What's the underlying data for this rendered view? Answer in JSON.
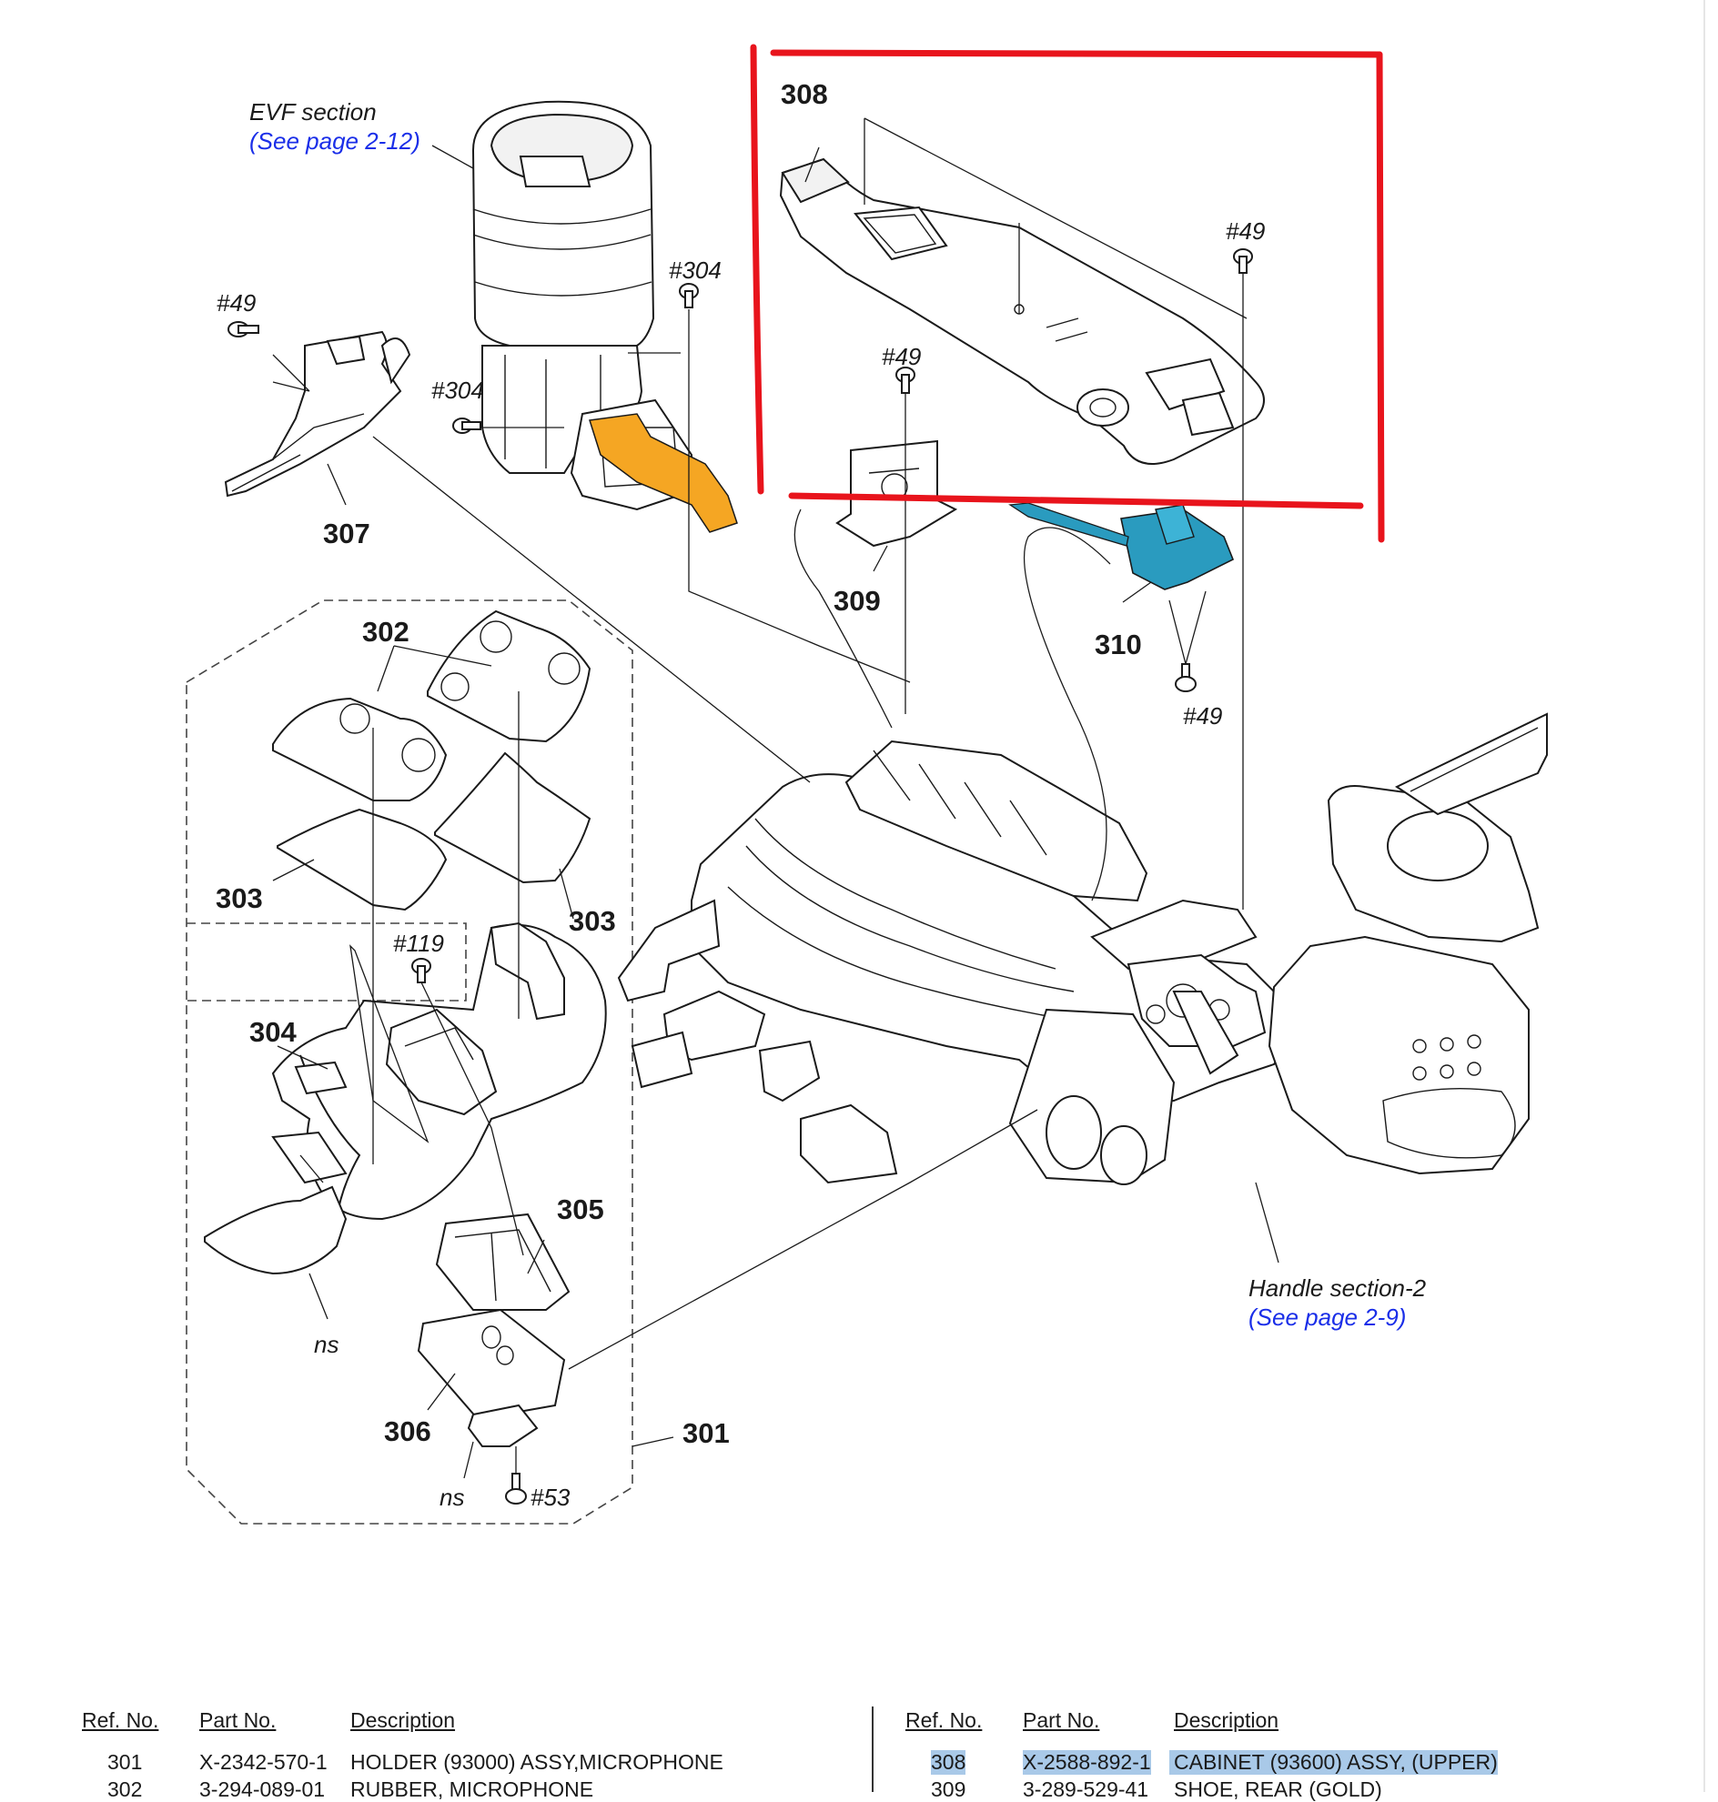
{
  "sections": {
    "evf": {
      "title": "EVF section",
      "link": "(See page 2-12)"
    },
    "handle": {
      "title": "Handle section-2",
      "link": "(See page 2-9)"
    }
  },
  "callouts": {
    "c301": "301",
    "c302": "302",
    "c303a": "303",
    "c303b": "303",
    "c304": "304",
    "c305": "305",
    "c306": "306",
    "c307": "307",
    "c308": "308",
    "c309": "309",
    "c310": "310"
  },
  "screws": {
    "s49_left": "#49",
    "s304_top": "#304",
    "s304_left": "#304",
    "s49_308": "#49",
    "s49_309": "#49",
    "s49_310": "#49",
    "s119": "#119",
    "s53": "#53",
    "ns_left": "ns",
    "ns_bottom": "ns"
  },
  "highlight": {
    "box_color": "#e8141c",
    "orange": "#f5a623",
    "teal": "#2a9bbf"
  },
  "parts_table": {
    "headers": {
      "ref": "Ref. No.",
      "part": "Part No.",
      "desc": "Description"
    },
    "left_rows": [
      {
        "ref": "301",
        "part": "X-2342-570-1",
        "desc": "HOLDER (93000) ASSY,MICROPHONE"
      },
      {
        "ref": "302",
        "part": "3-294-089-01",
        "desc": "RUBBER, MICROPHONE"
      }
    ],
    "right_rows": [
      {
        "ref": "308",
        "part": "X-2588-892-1",
        "desc": "CABINET (93600) ASSY, (UPPER)",
        "highlighted": true
      },
      {
        "ref": "309",
        "part": "3-289-529-41",
        "desc": "SHOE, REAR (GOLD)"
      }
    ]
  }
}
